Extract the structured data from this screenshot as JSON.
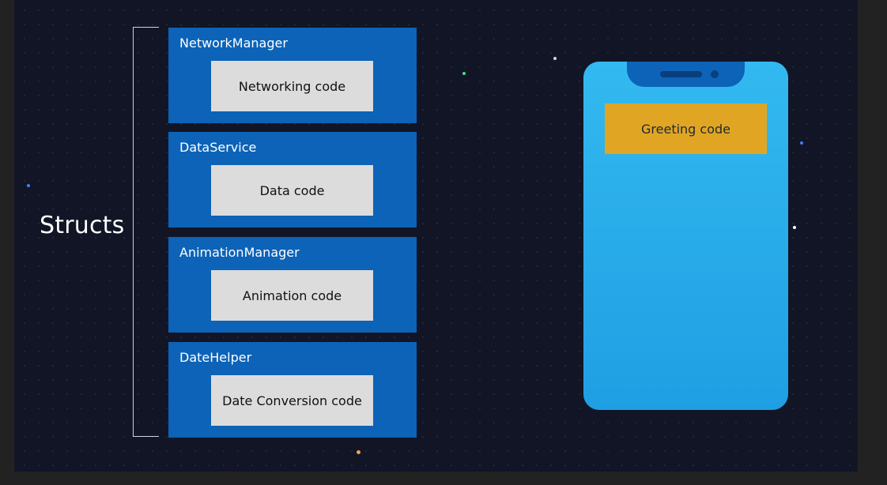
{
  "group_label": "Structs",
  "structs": [
    {
      "name": "NetworkManager",
      "code": "Networking code"
    },
    {
      "name": "DataService",
      "code": "Data code"
    },
    {
      "name": "AnimationManager",
      "code": "Animation code"
    },
    {
      "name": "DateHelper",
      "code": "Date Conversion code"
    }
  ],
  "phone": {
    "app_code": "Greeting code"
  },
  "colors": {
    "background": "#121526",
    "struct_box": "#0c63b8",
    "code_box": "#dcdcdc",
    "phone_screen": "#33b9f0",
    "app_code_box": "#e0a623"
  }
}
